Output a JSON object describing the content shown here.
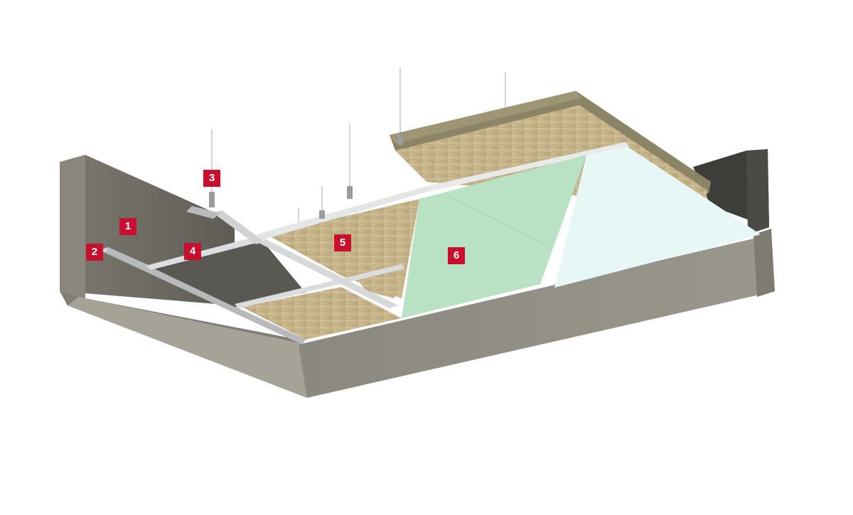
{
  "diagram": {
    "callouts": [
      {
        "id": "1",
        "label": "1"
      },
      {
        "id": "2",
        "label": "2"
      },
      {
        "id": "3",
        "label": "3"
      },
      {
        "id": "4",
        "label": "4"
      },
      {
        "id": "5",
        "label": "5"
      },
      {
        "id": "6",
        "label": "6"
      }
    ],
    "colors": {
      "callout": "#c8102e",
      "concrete": "#8d8a80",
      "concrete_dark": "#6f6c63",
      "concrete_light": "#a3a095",
      "mineral_wool": "#c8b48a",
      "gypsum_board_green": "#b9e2c4",
      "gypsum_board_light": "#e6f7f6",
      "metal_profile": "#c9cbcc",
      "top_panel_edge": "#8a8166"
    }
  }
}
